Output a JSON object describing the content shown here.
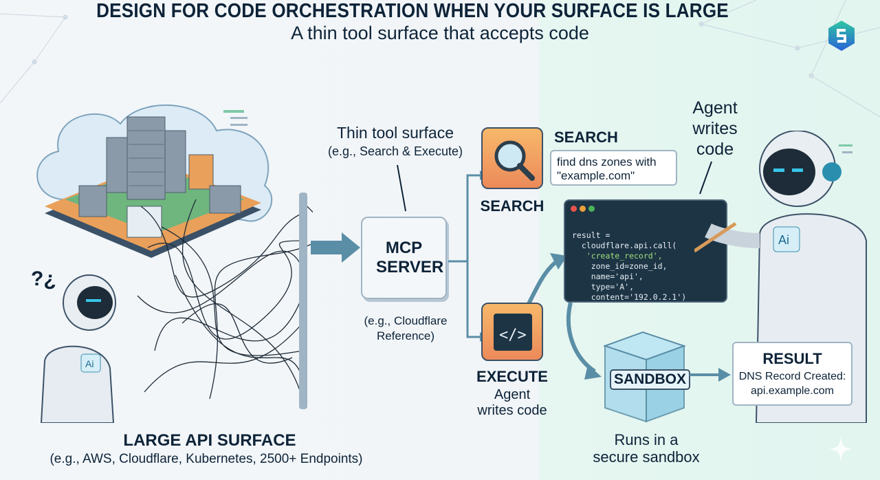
{
  "header": {
    "title": "DESIGN FOR CODE ORCHESTRATION WHEN YOUR SURFACE IS LARGE",
    "subtitle": "A thin tool surface that accepts code"
  },
  "left": {
    "heading": "LARGE API SURFACE",
    "caption": "(e.g., AWS, Cloudflare, Kubernetes, 2500+ Endpoints)",
    "robot_badge": "Ai",
    "question_marks": "?¿"
  },
  "middle": {
    "thin_surface_title": "Thin tool surface",
    "thin_surface_example": "(e.g., Search & Execute)",
    "mcp_label": "MCP SERVER",
    "mcp_ref_line1": "(e.g., Cloudflare",
    "mcp_ref_line2": "Reference)"
  },
  "search": {
    "heading": "SEARCH",
    "icon_label": "SEARCH",
    "bubble_line1": "find dns zones with",
    "bubble_line2": "\"example.com\""
  },
  "execute": {
    "heading": "EXECUTE",
    "caption_line1": "Agent",
    "caption_line2": "writes code"
  },
  "agent": {
    "caption_line1": "Agent",
    "caption_line2": "writes",
    "caption_line3": "code",
    "robot_badge": "Ai"
  },
  "code": {
    "lines": [
      "result =",
      "  cloudflare.api.call(",
      "   'create_record',",
      "    zone_id=zone_id,",
      "    name='api',",
      "    type='A',",
      "    content='192.0.2.1')",
      "}"
    ]
  },
  "sandbox": {
    "label": "SANDBOX",
    "caption_line1": "Runs in a",
    "caption_line2": "secure sandbox"
  },
  "result": {
    "heading": "RESULT",
    "line1": "DNS Record Created:",
    "line2": "api.example.com"
  },
  "colors": {
    "navy": "#0d2338",
    "teal_arrow": "#5a8ea6",
    "orange": "#f0a15a",
    "code_bg": "#1d3445"
  }
}
